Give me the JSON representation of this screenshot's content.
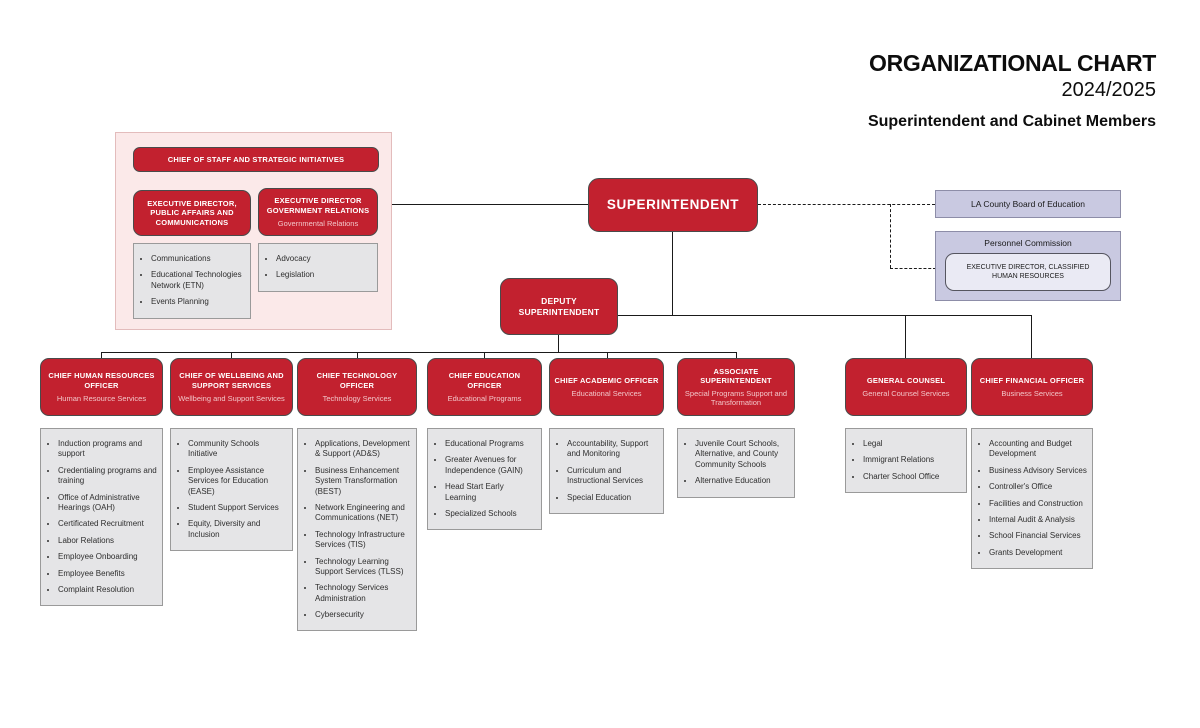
{
  "header": {
    "title": "ORGANIZATIONAL CHART",
    "year": "2024/2025",
    "subtitle": "Superintendent and Cabinet Members"
  },
  "superintendent": {
    "label": "SUPERINTENDENT"
  },
  "deputy_superintendent": {
    "label": "DEPUTY SUPERINTENDENT"
  },
  "board": {
    "label": "LA County Board of Education"
  },
  "personnel_commission": {
    "label": "Personnel Commission",
    "inner_label": "EXECUTIVE DIRECTOR, CLASSIFIED HUMAN RESOURCES"
  },
  "staff_panel": {
    "head": "CHIEF OF STAFF AND STRATEGIC INITIATIVES",
    "children": [
      {
        "title": "EXECUTIVE DIRECTOR, PUBLIC AFFAIRS AND COMMUNICATIONS",
        "subtitle": "",
        "items": [
          "Communications",
          "Educational Technologies Network (ETN)",
          "Events Planning"
        ]
      },
      {
        "title": "EXECUTIVE DIRECTOR GOVERNMENT RELATIONS",
        "subtitle": "Governmental Relations",
        "items": [
          "Advocacy",
          "Legislation"
        ]
      }
    ]
  },
  "cabinet": [
    {
      "title": "CHIEF HUMAN RESOURCES OFFICER",
      "subtitle": "Human Resource Services",
      "items": [
        "Induction programs and support",
        "Credentialing programs and training",
        "Office of Administrative Hearings (OAH)",
        "Certificated Recruitment",
        "Labor Relations",
        "Employee Onboarding",
        "Employee Benefits",
        "Complaint Resolution"
      ]
    },
    {
      "title": "CHIEF OF WELLBEING AND SUPPORT SERVICES",
      "subtitle": "Wellbeing and Support Services",
      "items": [
        "Community Schools Initiative",
        "Employee Assistance Services for Education (EASE)",
        "Student Support Services",
        "Equity, Diversity and Inclusion"
      ]
    },
    {
      "title": "CHIEF TECHNOLOGY OFFICER",
      "subtitle": "Technology Services",
      "items": [
        "Applications, Development & Support (AD&S)",
        "Business Enhancement System Transformation (BEST)",
        "Network Engineering and Communications (NET)",
        "Technology Infrastructure Services (TIS)",
        "Technology Learning Support Services (TLSS)",
        "Technology Services Administration",
        "Cybersecurity"
      ]
    },
    {
      "title": "CHIEF EDUCATION OFFICER",
      "subtitle": "Educational Programs",
      "items": [
        "Educational Programs",
        "Greater Avenues for Independence (GAIN)",
        "Head Start Early Learning",
        "Specialized Schools"
      ]
    },
    {
      "title": "CHIEF ACADEMIC OFFICER",
      "subtitle": "Educational Services",
      "items": [
        "Accountability, Support and Monitoring",
        "Curriculum and Instructional Services",
        "Special Education"
      ]
    },
    {
      "title": "ASSOCIATE SUPERINTENDENT",
      "subtitle": "Special Programs Support and Transformation",
      "items": [
        "Juvenile Court Schools, Alternative, and County Community Schools",
        "Alternative Education"
      ]
    },
    {
      "title": "GENERAL COUNSEL",
      "subtitle": "General Counsel Services",
      "items": [
        "Legal",
        "Immigrant Relations",
        "Charter School Office"
      ]
    },
    {
      "title": "CHIEF FINANCIAL OFFICER",
      "subtitle": "Business Services",
      "items": [
        "Accounting and Budget Development",
        "Business Advisory Services",
        "Controller's Office",
        "Facilities and Construction",
        "Internal Audit & Analysis",
        "School Financial Services",
        "Grants Development"
      ]
    }
  ],
  "colors": {
    "red": "#c2212f",
    "pink_panel": "#fbe9e9",
    "gray_box": "#e5e5e7",
    "lavender": "#c9c9e1"
  }
}
